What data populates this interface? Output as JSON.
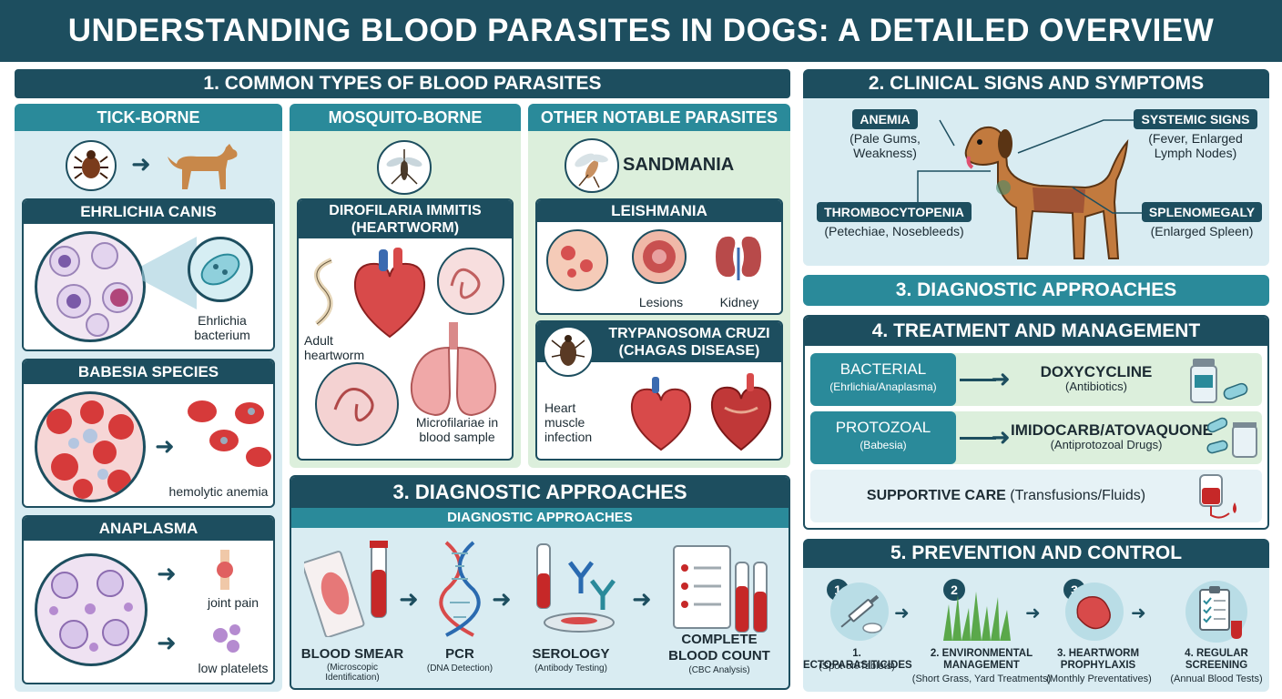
{
  "title": "UNDERSTANDING BLOOD PARASITES IN DOGS: A DETAILED OVERVIEW",
  "section1": {
    "title": "1. COMMON TYPES OF BLOOD PARASITES",
    "tick": {
      "title": "TICK-BORNE",
      "ehrlichia": {
        "title": "EHRLICHIA CANIS",
        "label": "Ehrlichia bacterium"
      },
      "babesia": {
        "title": "BABESIA SPECIES",
        "label": "hemolytic anemia"
      },
      "anaplasma": {
        "title": "ANAPLASMA",
        "label1": "joint pain",
        "label2": "low platelets"
      }
    },
    "mosquito": {
      "title": "MOSQUITO-BORNE",
      "card_title": "DIROFILARIA IMMITIS (HEARTWORM)",
      "label_adult": "Adult heartworm",
      "label_micro": "Microfilariae in blood sample"
    },
    "other": {
      "title": "OTHER NOTABLE PARASITES",
      "sandfly": "SANDMANIA",
      "leish": {
        "title": "LEISHMANIA",
        "label1": "Lesions",
        "label2": "Kidney"
      },
      "trypano": {
        "title": "TRYPANOSOMA CRUZI (CHAGAS DISEASE)",
        "label": "Heart muscle infection"
      }
    }
  },
  "section2": {
    "title": "2. CLINICAL SIGNS AND SYMPTOMS",
    "anemia": {
      "tag": "ANEMIA",
      "desc": "(Pale Gums, Weakness)"
    },
    "systemic": {
      "tag": "SYSTEMIC SIGNS",
      "desc": "(Fever, Enlarged Lymph Nodes)"
    },
    "thrombo": {
      "tag": "THROMBOCYTOPENIA",
      "desc": "(Petechiae, Nosebleeds)"
    },
    "spleno": {
      "tag": "SPLENOMEGALY",
      "desc": "(Enlarged Spleen)"
    }
  },
  "section3_right": {
    "title": "3. DIAGNOSTIC APPROACHES"
  },
  "section3": {
    "title": "3. DIAGNOSTIC APPROACHES",
    "subtitle": "DIAGNOSTIC APPROACHES",
    "steps": [
      {
        "name": "BLOOD SMEAR",
        "desc": "(Microscopic Identification)"
      },
      {
        "name": "PCR",
        "desc": "(DNA Detection)"
      },
      {
        "name": "SEROLOGY",
        "desc": "(Antibody Testing)"
      },
      {
        "name": "COMPLETE BLOOD COUNT",
        "desc": "(CBC Analysis)"
      }
    ]
  },
  "section4": {
    "title": "4. TREATMENT AND MANAGEMENT",
    "bacterial": {
      "type": "BACTERIAL",
      "sub": "(Ehrlichia/Anaplasma)",
      "drug": "DOXYCYCLINE",
      "drug_sub": "(Antibiotics)"
    },
    "protozoal": {
      "type": "PROTOZOAL",
      "sub": "(Babesia)",
      "drug": "IMIDOCARB/ATOVAQUONE",
      "drug_sub": "(Antiprotozoal Drugs)"
    },
    "supportive": {
      "name": "SUPPORTIVE CARE",
      "sub": "(Transfusions/Fluids)"
    }
  },
  "section5": {
    "title": "5. PREVENTION AND CONTROL",
    "steps": [
      {
        "num": "1",
        "name": "1. ECTOPARASITICIDES",
        "desc": "(Spot-on/Tablets)"
      },
      {
        "num": "2",
        "name": "2. ENVIRONMENTAL MANAGEMENT",
        "desc": "(Short Grass, Yard Treatments)"
      },
      {
        "num": "3",
        "name": "3. HEARTWORM PROPHYLAXIS",
        "desc": "(Monthly Preventatives)"
      },
      {
        "num": "",
        "name": "4. REGULAR SCREENING",
        "desc": "(Annual Blood Tests)"
      }
    ]
  },
  "colors": {
    "navy": "#1d4e5f",
    "teal": "#2a8a9a",
    "light_blue": "#d9ecf2",
    "light_green": "#dcefdc",
    "red": "#c63a3a"
  }
}
